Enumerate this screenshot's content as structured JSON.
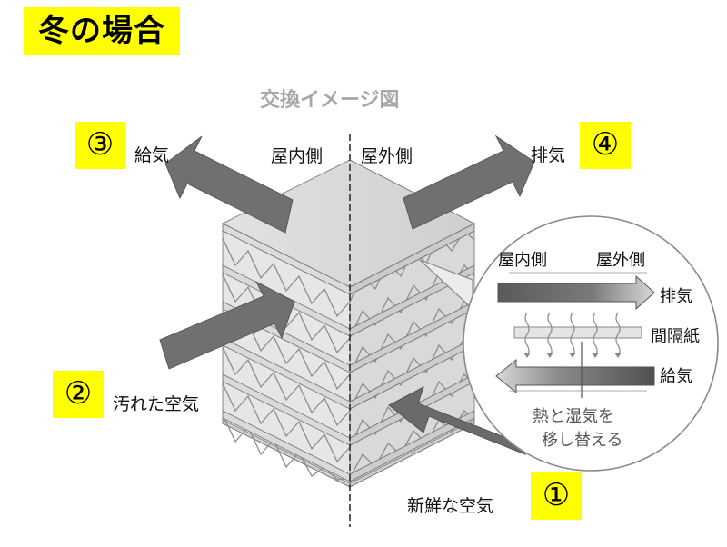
{
  "title": "冬の場合",
  "diagram_title": "交換イメージ図",
  "left_side": "屋内側",
  "right_side": "屋外側",
  "flows": [
    {
      "num": "③",
      "label": "給気"
    },
    {
      "num": "④",
      "label": "排気"
    },
    {
      "num": "②",
      "label": "汚れた空気"
    },
    {
      "num": "①",
      "label": "新鮮な空気"
    }
  ],
  "detail": {
    "indoor": "屋内側",
    "outdoor": "屋外側",
    "exhaust": "排気",
    "partition": "間隔紙",
    "supply": "給気",
    "note_line1": "熱と湿気を",
    "note_line2": "移し替える"
  },
  "colors": {
    "highlight": "#ffff00",
    "arrow": "#6f6f6f",
    "plate": "#d6d6d6"
  }
}
